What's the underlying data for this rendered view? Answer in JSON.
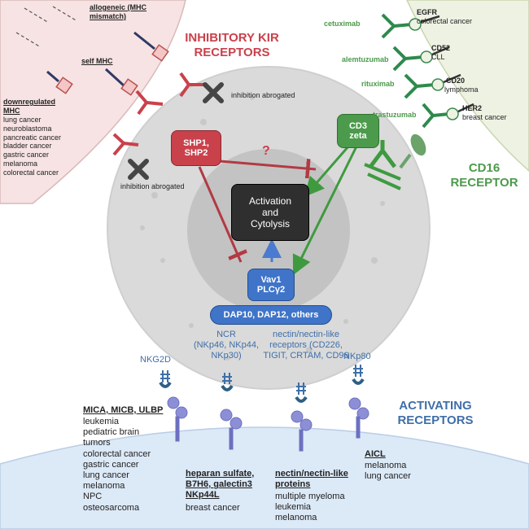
{
  "inhibitory_title": "INHIBITORY KIR\nRECEPTORS",
  "cd16_title": "CD16\nRECEPTOR",
  "activating_title": "ACTIVATING\nRECEPTORS",
  "mhc_labels": {
    "allogeneic": "allogeneic (MHC\nmismatch)",
    "self": "self MHC",
    "downregulated_title": "downregulated\nMHC",
    "downregulated_cancers": [
      "lung cancer",
      "neuroblastoma",
      "pancreatic cancer",
      "bladder cancer",
      "gastric cancer",
      "melanoma",
      "colorectal cancer"
    ]
  },
  "inhibition_abrogated_1": "inhibition abrogated",
  "inhibition_abrogated_2": "inhibition abrogated",
  "shp_box": "SHP1,\nSHP2",
  "question_mark": "?",
  "cd3_box": "CD3\nzeta",
  "activation_box": "Activation\nand\nCytolysis",
  "vav_box": "Vav1\nPLCγ2",
  "dap_box": "DAP10, DAP12, others",
  "antibodies": [
    {
      "drug": "cetuximab",
      "target": "EGFR",
      "cancer": "colorectal cancer"
    },
    {
      "drug": "alemtuzumab",
      "target": "CD52",
      "cancer": "CLL"
    },
    {
      "drug": "rituximab",
      "target": "CD20",
      "cancer": "lymphoma"
    },
    {
      "drug": "trastuzumab",
      "target": "HER2",
      "cancer": "breast cancer"
    }
  ],
  "receptors": {
    "nkg2d": "NKG2D",
    "ncr": "NCR\n(NKp46, NKp44,\nNKp30)",
    "nectin": "nectin/nectin-like\nreceptors (CD226,\nTIGIT, CRTAM, CD96",
    "nkp80": "NKp80"
  },
  "ligands": {
    "mica_title": "MICA, MICB, ULBP",
    "mica_cancers": [
      "leukemia",
      "pediatric brain",
      "tumors",
      "colorectal cancer",
      "gastric cancer",
      "lung cancer",
      "melanoma",
      "NPC",
      "osteosarcoma"
    ],
    "heparan_title": "heparan sulfate,\nB7H6, galectin3\nNKp44L",
    "heparan_cancers": [
      "breast cancer"
    ],
    "nectin_title": "nectin/nectin-like\nproteins",
    "nectin_cancers": [
      "multiple myeloma",
      "leukemia",
      "melanoma"
    ],
    "aicl_title": "AICL",
    "aicl_cancers": [
      "melanoma",
      "lung cancer"
    ]
  },
  "colors": {
    "inhibitory_red": "#c9414b",
    "cd16_green": "#4c9a4c",
    "activating_blue": "#3f6fa8",
    "nk_cell_gray": "#d9d9d9",
    "nucleus_gray": "#c4c4c4"
  }
}
